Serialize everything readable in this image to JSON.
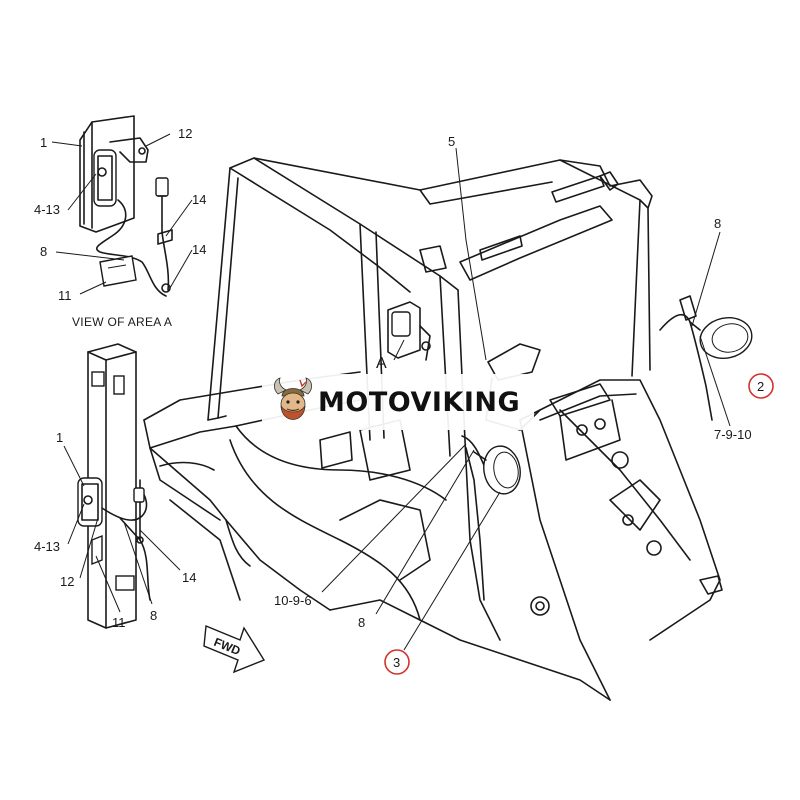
{
  "callouts": [
    {
      "id": "c1a",
      "text": "1"
    },
    {
      "id": "c12a",
      "text": "12"
    },
    {
      "id": "c413a",
      "text": "4-13"
    },
    {
      "id": "c14a",
      "text": "14"
    },
    {
      "id": "c8a",
      "text": "8"
    },
    {
      "id": "c14b",
      "text": "14"
    },
    {
      "id": "c11a",
      "text": "11"
    },
    {
      "id": "c5",
      "text": "5"
    },
    {
      "id": "c8r",
      "text": "8"
    },
    {
      "id": "c2",
      "text": "2"
    },
    {
      "id": "c7910",
      "text": "7-9-10"
    },
    {
      "id": "c1b",
      "text": "1"
    },
    {
      "id": "c413b",
      "text": "4-13"
    },
    {
      "id": "c12b",
      "text": "12"
    },
    {
      "id": "c14c",
      "text": "14"
    },
    {
      "id": "c11b",
      "text": "11"
    },
    {
      "id": "c8b",
      "text": "8"
    },
    {
      "id": "c1096",
      "text": "10-9-6"
    },
    {
      "id": "c8c",
      "text": "8"
    },
    {
      "id": "c3",
      "text": "3"
    }
  ],
  "view_caption": "VIEW OF AREA A",
  "area_label": "A",
  "direction_label": "FWD",
  "watermark": "MOTOVIKING",
  "colors": {
    "line": "#1a1a1a",
    "highlight_circle": "#d0342c",
    "background": "#ffffff"
  }
}
